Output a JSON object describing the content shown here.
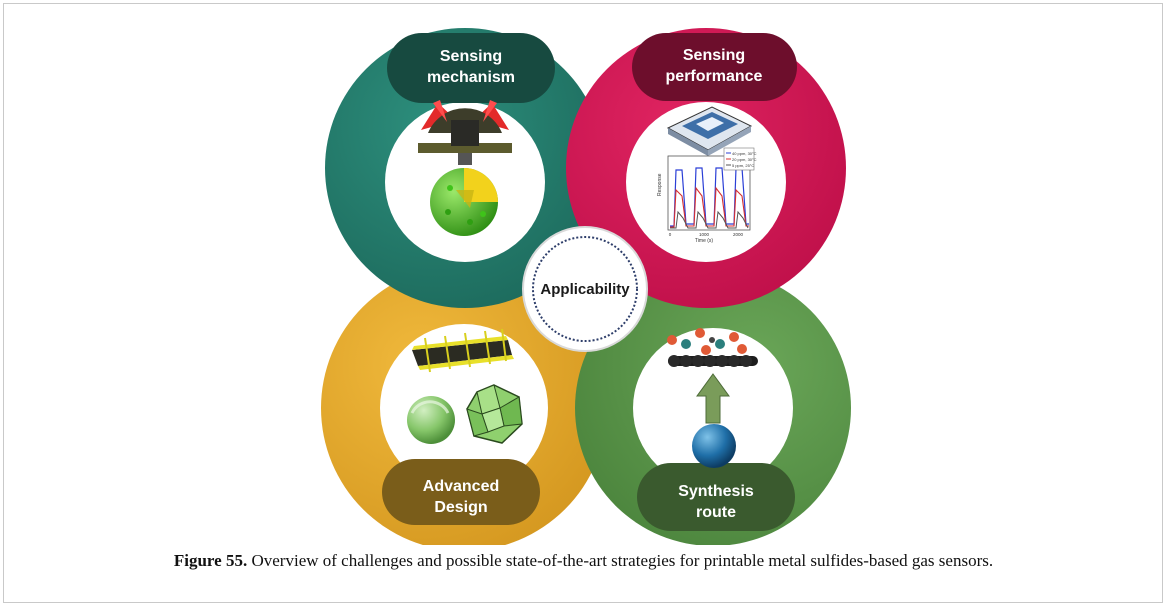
{
  "diagram": {
    "center_label": "Applicability",
    "sections": [
      {
        "id": "mechanism",
        "title_line1": "Sensing",
        "title_line2": "mechanism",
        "color": "#237a6a",
        "tab_color": "#174a40"
      },
      {
        "id": "performance",
        "title_line1": "Sensing",
        "title_line2": "performance",
        "color": "#d31651",
        "tab_color": "#6d0e2c"
      },
      {
        "id": "design",
        "title_line1": "Advanced",
        "title_line2": "Design",
        "color": "#e0a52c",
        "tab_color": "#7a5d1a"
      },
      {
        "id": "synthesis",
        "title_line1": "Synthesis",
        "title_line2": "route",
        "color": "#5a9548",
        "tab_color": "#3a5a2e"
      }
    ],
    "performance_inset": {
      "y_axis_label": "Response",
      "x_axis_label": "Time (s)",
      "x_ticks": [
        "0",
        "1000",
        "2000"
      ],
      "legend": [
        "40 ppm, 30°C",
        "20 ppm, 30°C",
        "5 ppm, 25°C"
      ]
    }
  },
  "caption": {
    "label": "Figure 55.",
    "text": " Overview of challenges and possible state-of-the-art strategies for printable metal sulfides-based gas sensors."
  }
}
